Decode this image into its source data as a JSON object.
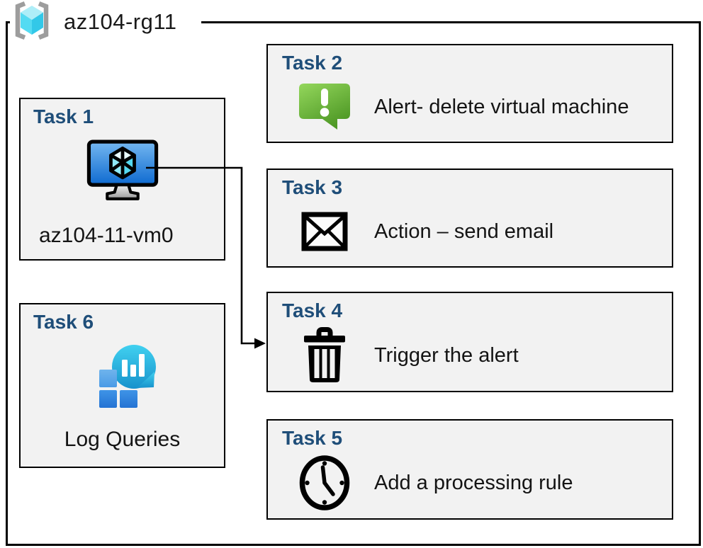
{
  "header": {
    "title": "az104-rg11",
    "icon": "resource-group-icon"
  },
  "tasks": [
    {
      "label": "Task 1",
      "caption": "az104-11-vm0",
      "icon": "virtual-machine-icon"
    },
    {
      "label": "Task 2",
      "caption": "Alert- delete virtual machine",
      "icon": "alert-message-icon"
    },
    {
      "label": "Task 3",
      "caption": "Action – send email",
      "icon": "email-envelope-icon"
    },
    {
      "label": "Task 4",
      "caption": "Trigger the alert",
      "icon": "trash-icon"
    },
    {
      "label": "Task 5",
      "caption": "Add a processing rule",
      "icon": "clock-icon"
    },
    {
      "label": "Task 6",
      "caption": "Log Queries",
      "icon": "log-analytics-icon"
    }
  ],
  "connector": {
    "from": "Task 1 virtual machine",
    "to": "Task 4"
  },
  "colors": {
    "task_heading": "#1f4e79",
    "card_fill": "#f2f2f2",
    "card_border": "#000000",
    "canvas_bg": "#ffffff",
    "alert_green": "#6cbb3c",
    "vm_screen_blue": "#1a75d8",
    "log_cyan": "#2bbbe0",
    "log_square_blue": "#3d93e6",
    "rg_cube_cyan": "#4fd8f0",
    "bracket_gray": "#9d9d9d"
  }
}
